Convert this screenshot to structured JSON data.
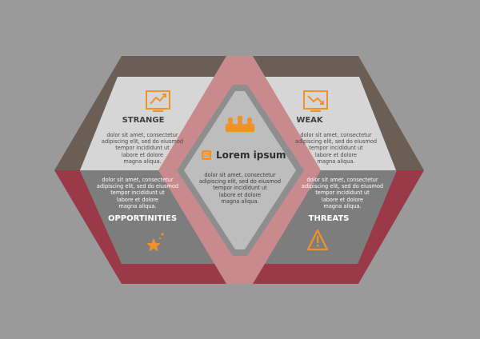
{
  "quadrants": {
    "strengths": {
      "title": "STRANGE",
      "body": "dolor sit amet, consectetur\nadipiscing elit, sed do eiusmod\ntempor incididunt ut\nlabore et dolore\nmagna aliqua.",
      "icon": "rising-chart-icon"
    },
    "weaknesses": {
      "title": "WEAK",
      "body": "dolor sit amet, consectetur\nadipiscing elit, sed do eiusmod\ntempor incididunt ut\nlabore et dolore\nmagna aliqua.",
      "icon": "falling-chart-icon"
    },
    "opportunities": {
      "title": "OPPORTINITIES",
      "body": "dolor sit amet, consectetur\nadipiscing elit, sed do eiusmod\ntempor incididunt ut\nlabore et dolore\nmagna aliqua.",
      "icon": "star-icon"
    },
    "threats": {
      "title": "THREATS",
      "body": "dolor sit amet, consectetur\nadipiscing elit, sed do eiusmod\ntempor incididunt ut\nlabore et dolore\nmagna aliqua.",
      "icon": "warning-icon"
    }
  },
  "center": {
    "title": "Lorem ipsum",
    "body": "dolor sit amet, consectetur\nadipiscing elit, sed do eiusmod\ntempor incididunt ut\nlabore et dolore\nmagna aliqua.",
    "title_icon": "list-icon",
    "top_icon": "team-icon"
  },
  "colors": {
    "background": "#9a9a9a",
    "brown_frame": "#6b5f55",
    "red_frame": "#9a3a48",
    "pink_ribbon": "#c98a8e",
    "light_panel": "#d6d6d6",
    "dark_panel": "#7d7d7d",
    "diamond_face": "#bdbdbd",
    "accent_orange": "#f0922a"
  }
}
